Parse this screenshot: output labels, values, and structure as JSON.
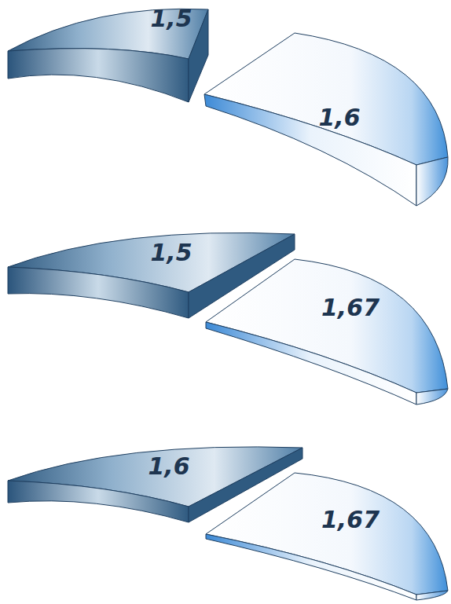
{
  "diagram": {
    "nodes": [
      {
        "text": [
          "1,5"
        ]
      },
      {
        "text": [
          "1,6"
        ]
      },
      {
        "text": [
          "1,5"
        ]
      },
      {
        "text": [
          "1,67"
        ]
      },
      {
        "text": [
          "1,6"
        ]
      },
      {
        "text": [
          "1,67"
        ]
      }
    ]
  }
}
